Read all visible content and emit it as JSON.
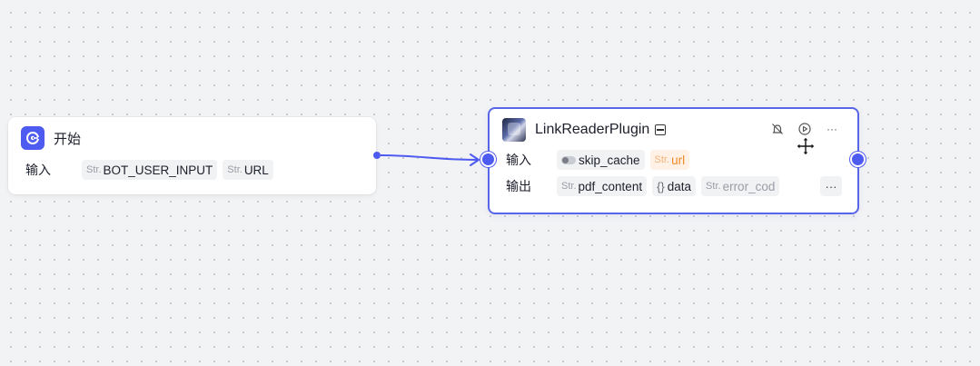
{
  "start_node": {
    "title": "开始",
    "input_label": "输入",
    "inputs": [
      {
        "type": "Str.",
        "name": "BOT_USER_INPUT"
      },
      {
        "type": "Str.",
        "name": "URL"
      }
    ]
  },
  "plugin_node": {
    "title": "LinkReaderPlugin",
    "input_label": "输入",
    "output_label": "输出",
    "inputs": [
      {
        "type": "toggle",
        "name": "skip_cache"
      },
      {
        "type": "Str.",
        "name": "url"
      }
    ],
    "outputs": [
      {
        "type": "Str.",
        "name": "pdf_content"
      },
      {
        "type": "{}",
        "name": "data"
      },
      {
        "type": "Str.",
        "name": "error_cod"
      }
    ],
    "more_label": "···",
    "menu_label": "···"
  },
  "colors": {
    "accent": "#4e5bf0",
    "border_selected": "#5865e8",
    "warning_text": "#f08a24",
    "warning_bg": "#fff1e6"
  },
  "icons": [
    "start-icon",
    "plugin-icon",
    "no-bell-icon",
    "play-icon",
    "more-icon",
    "move-cursor-icon"
  ]
}
